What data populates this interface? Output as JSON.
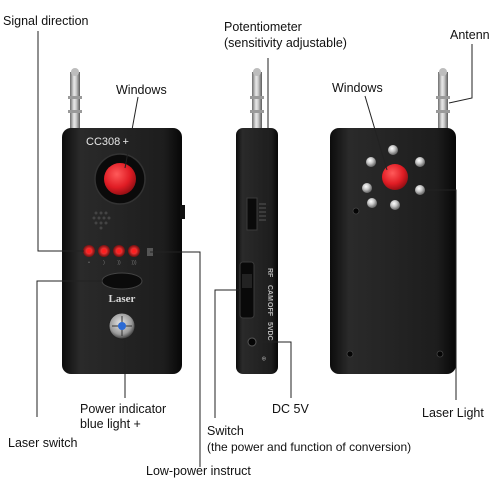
{
  "labels": {
    "signal_direction": "Signal direction",
    "windows_front": "Windows",
    "potentiometer_line1": "Potentiometer",
    "potentiometer_line2": "(sensitivity adjustable)",
    "antenn": "Antenn",
    "windows_back": "Windows",
    "dc_5v": "DC 5V",
    "laser_light": "Laser Light",
    "power_indicator_line1": "Power indicator",
    "power_indicator_line2": "blue light +",
    "laser_switch": "Laser switch",
    "switch_line1": "Switch",
    "switch_line2": "(the power and function of conversion)",
    "low_power": "Low-power instruct"
  },
  "device_text": {
    "model": "CC308 +",
    "laser_button": "Laser",
    "side_labels": [
      "RF",
      "CAM",
      "OFF",
      "5VDC"
    ]
  },
  "colors": {
    "device_body": "#1a1a1a",
    "red_window": "#e01c24",
    "indicator_leds": "#ff2020",
    "leader_lines": "#222222"
  }
}
